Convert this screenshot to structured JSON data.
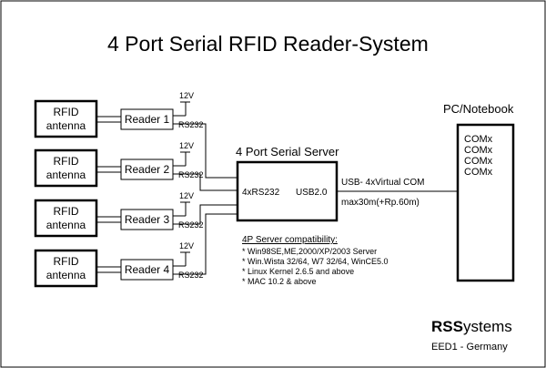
{
  "title": "4 Port Serial RFID Reader-System",
  "antennas": [
    {
      "line1": "RFID",
      "line2": "antenna"
    },
    {
      "line1": "RFID",
      "line2": "antenna"
    },
    {
      "line1": "RFID",
      "line2": "antenna"
    },
    {
      "line1": "RFID",
      "line2": "antenna"
    }
  ],
  "readers": [
    {
      "label": "Reader 1",
      "power": "12V",
      "port": "RS232"
    },
    {
      "label": "Reader 2",
      "power": "12V",
      "port": "RS232"
    },
    {
      "label": "Reader 3",
      "power": "12V",
      "port": "RS232"
    },
    {
      "label": "Reader 4",
      "power": "12V",
      "port": "RS232"
    }
  ],
  "server": {
    "title": "4 Port Serial Server",
    "in_port": "4xRS232",
    "out_port": "USB2.0"
  },
  "link": {
    "label_top": "USB- 4xVirtual COM",
    "label_bottom": "max30m(+Rp.60m)"
  },
  "pc": {
    "title": "PC/Notebook",
    "ports": [
      "COMx",
      "COMx",
      "COMx",
      "COMx"
    ]
  },
  "compat": {
    "heading": "4P Server compatibility:",
    "items": [
      "* Win98SE,ME,2000/XP/2003 Server",
      "* Win.Wista 32/64, W7 32/64, WinCE5.0",
      "* Linux Kernel 2.6.5 and above",
      "* MAC 10.2 & above"
    ]
  },
  "brand": {
    "bold": "RSS",
    "rest": "ystems",
    "sub": "EED1 - Germany"
  }
}
